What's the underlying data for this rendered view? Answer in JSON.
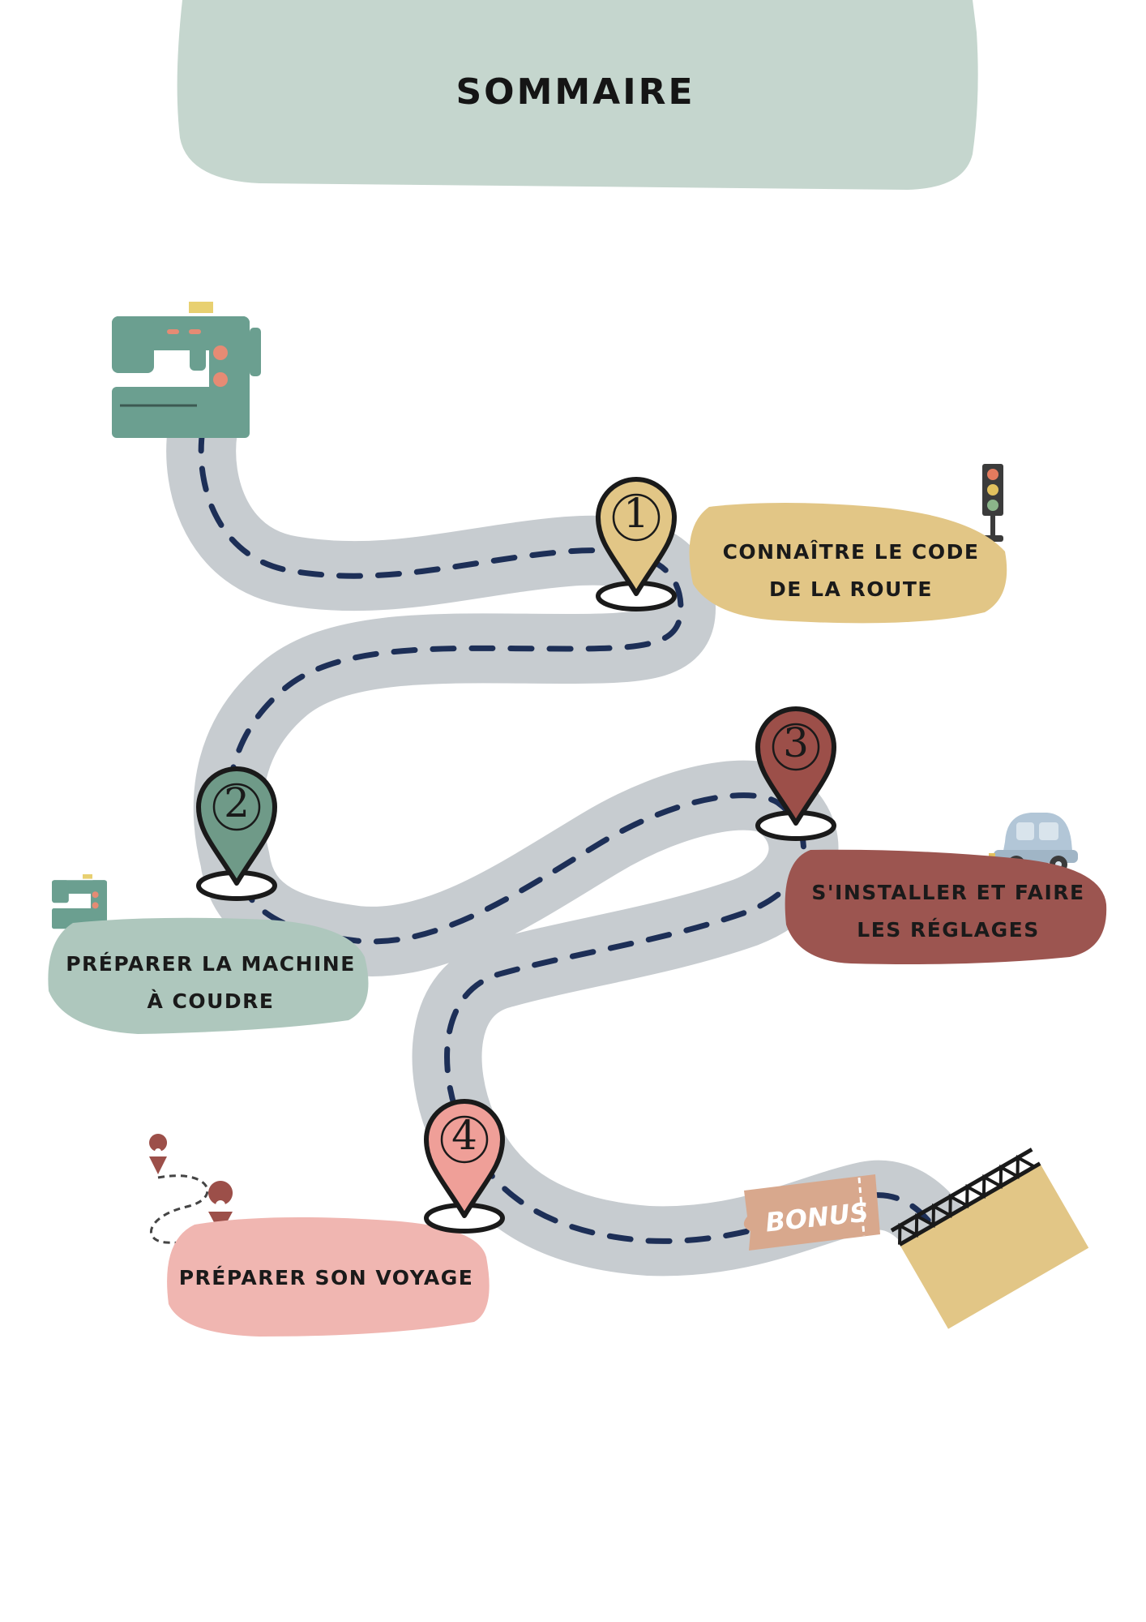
{
  "page": {
    "title": "SOMMAIRE"
  },
  "colors": {
    "title_band": "#c5d6ce",
    "road": "#c7ccd0",
    "road_dashes": "#1d2f57",
    "step1": "#e2c686",
    "step2": "#6f9a88",
    "step3": "#9c4f49",
    "step4": "#ef9f98",
    "label2_bg": "#aec7bd",
    "label3_bg": "#9c5550",
    "label4_bg": "#f0b6b1",
    "bonus_tag": "#d8a88d"
  },
  "steps": [
    {
      "number": "1",
      "line1": "Connaître le code",
      "line2": "de la route",
      "icon": "traffic-light-icon"
    },
    {
      "number": "2",
      "line1": "Préparer la machine",
      "line2": "à coudre",
      "icon": "sewing-machine-icon"
    },
    {
      "number": "3",
      "line1": "S'installer et faire",
      "line2": "les réglages",
      "icon": "car-icon"
    },
    {
      "number": "4",
      "line1": "Préparer son voyage",
      "line2": "",
      "icon": "route-pins-icon"
    }
  ],
  "bonus": {
    "label": "BONUS"
  },
  "icons": [
    "sewing-machine-icon",
    "traffic-light-icon",
    "car-icon",
    "map-pin-icon",
    "bridge-icon",
    "ticket-icon"
  ]
}
